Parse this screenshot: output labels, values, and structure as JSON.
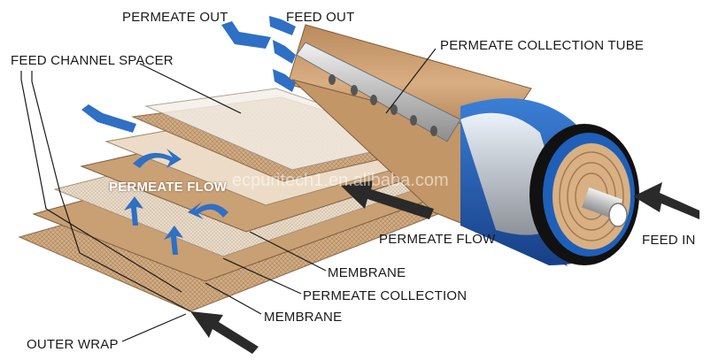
{
  "labels": {
    "permeate_out": "PERMEATE OUT",
    "feed_out": "FEED OUT",
    "permeate_collection_tube": "PERMEATE COLLECTION TUBE",
    "feed_channel_spacer": "FEED CHANNEL SPACER",
    "permeate_flow_1": "PERMEATE FLOW",
    "permeate_flow_2": "PERMEATE FLOW",
    "feed_in": "FEED IN",
    "membrane_1": "MEMBRANE",
    "permeate_collection": "PERMEATE COLLECTION",
    "membrane_2": "MEMBRANE",
    "outer_wrap": "OUTER WRAP"
  },
  "watermark": "ecpuritech1.en.alibaba.com",
  "colors": {
    "sheet_tan": "#c9a27a",
    "sheet_light": "#e6d3bd",
    "spacer_mesh": "#b8926b",
    "blue_arrow": "#2f6fc4",
    "dark_arrow": "#2a2a2a",
    "tube_silver": "#d8d8d8",
    "casing_blue": "#1f5fb8",
    "end_ring_black": "#111111"
  }
}
